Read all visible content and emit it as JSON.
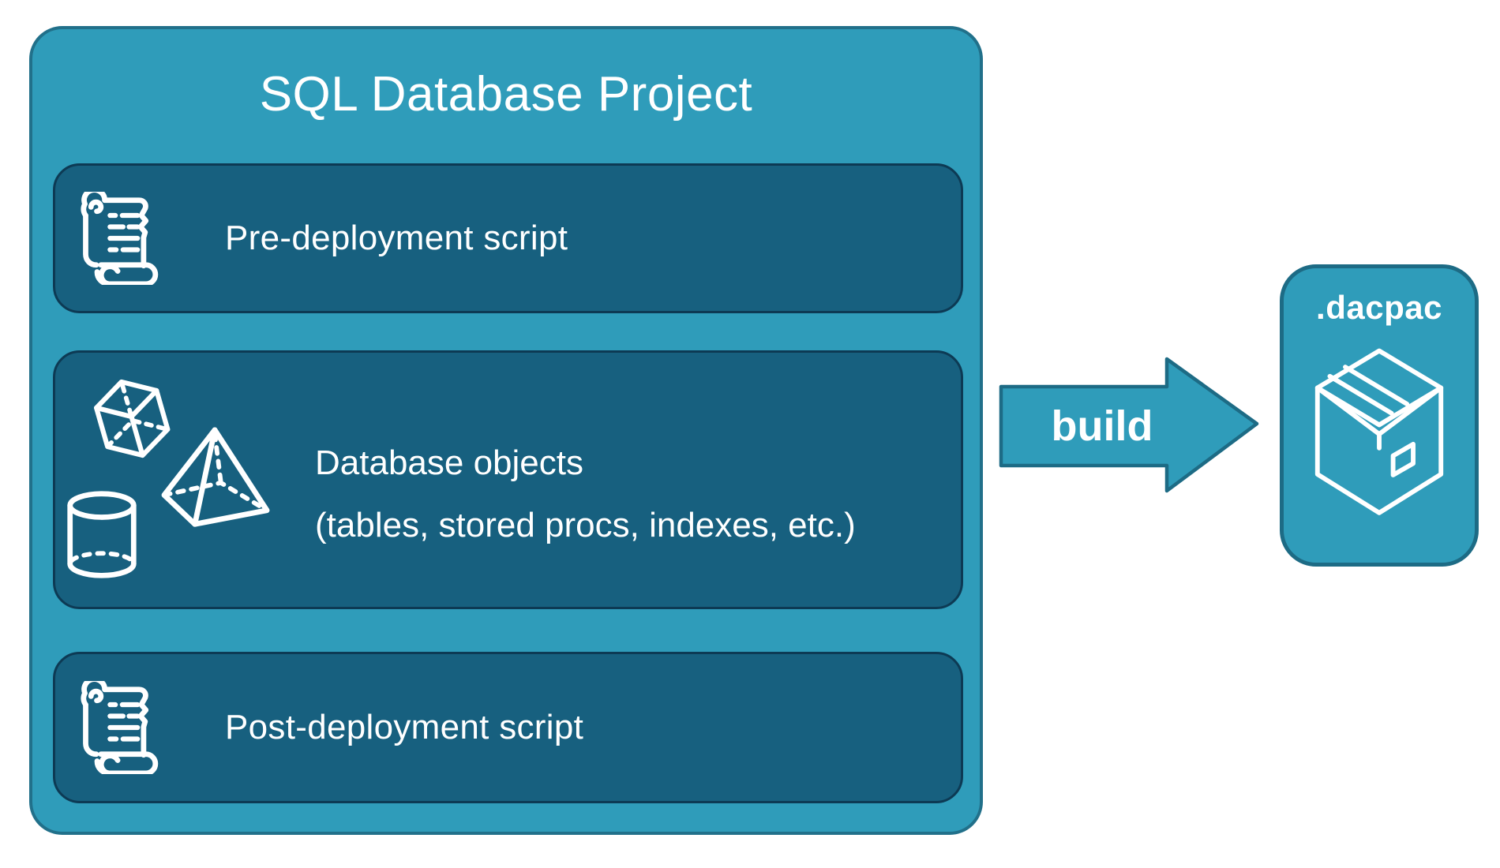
{
  "project": {
    "title": "SQL Database Project",
    "rows": [
      {
        "label": "Pre-deployment script",
        "icon": "scroll"
      },
      {
        "line1": "Database objects",
        "line2": "(tables, stored procs, indexes, etc.)",
        "icons": [
          "cube",
          "pyramid",
          "cylinder"
        ]
      },
      {
        "label": "Post-deployment script",
        "icon": "scroll"
      }
    ]
  },
  "arrow": {
    "label": "build"
  },
  "output": {
    "title": ".dacpac",
    "icon": "package"
  },
  "colors": {
    "container_fill": "#2f9cba",
    "container_border": "#21708a",
    "row_fill": "#17607f",
    "row_border": "#0d3a54",
    "arrow_fill": "#2f9cba",
    "arrow_border": "#1d6b85",
    "icon_stroke": "#ffffff",
    "text": "#ffffff",
    "background": "#ffffff"
  }
}
